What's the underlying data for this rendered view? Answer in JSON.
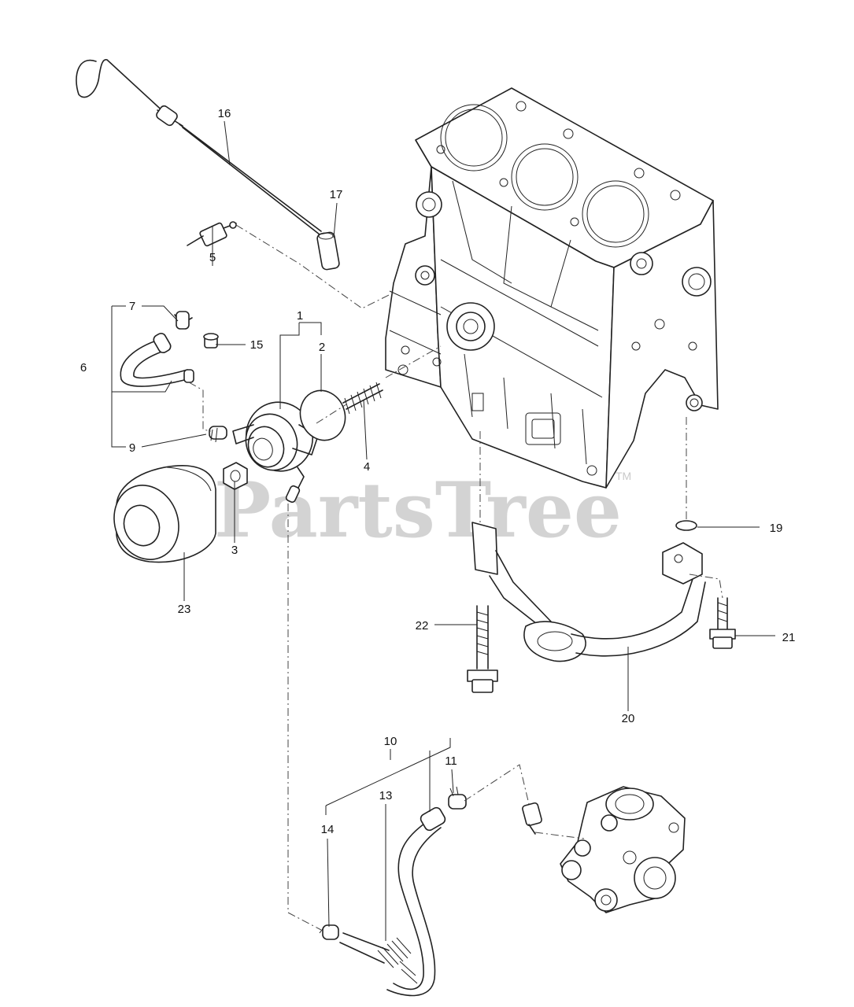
{
  "diagram": {
    "callouts": {
      "c1": "1",
      "c2": "2",
      "c3": "3",
      "c4": "4",
      "c5": "5",
      "c6": "6",
      "c7": "7",
      "c9": "9",
      "c10": "10",
      "c11": "11",
      "c13": "13",
      "c14": "14",
      "c15": "15",
      "c16": "16",
      "c17": "17",
      "c19": "19",
      "c20": "20",
      "c21": "21",
      "c22": "22",
      "c23": "23"
    },
    "watermark": {
      "text": "PartsTree",
      "trademark": "TM"
    }
  }
}
